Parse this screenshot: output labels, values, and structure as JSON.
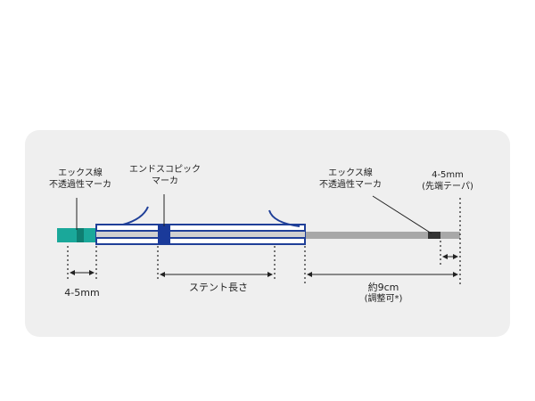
{
  "labels": {
    "xray_marker_left_line1": "エックス線",
    "xray_marker_left_line2": "不透過性マーカ",
    "endoscopic_marker_line1": "エンドスコピック",
    "endoscopic_marker_line2": "マーカ",
    "xray_marker_right_line1": "エックス線",
    "xray_marker_right_line2": "不透過性マーカ",
    "tip_length_line1": "4-5mm",
    "tip_length_line2": "(先端テーパ)",
    "left_length": "4-5mm",
    "stent_length": "ステント長さ",
    "pusher_length_line1": "約9cm",
    "pusher_length_line2": "(調整可*)"
  },
  "colors": {
    "panel": "#efefef",
    "stent_blue": "#1f3f98",
    "marker_blue": "#1a3a9a",
    "teal_marker": "#1aa89a",
    "tube_gray": "#a8a8a8",
    "dark_marker": "#333333"
  }
}
